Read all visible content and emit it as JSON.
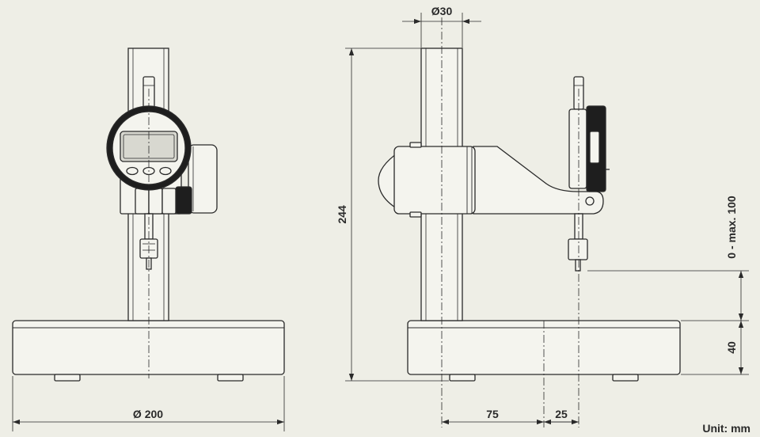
{
  "colors": {
    "background": "#eeeee6",
    "line": "#2a2a2a",
    "body_light": "#f4f4ee",
    "lcd": "#d8d8d0",
    "dark": "#1e1e1e"
  },
  "dimensions": {
    "column_diameter": "Ø30",
    "base_diameter": "Ø 200",
    "total_height": "244",
    "measuring_range": "0 - max. 100",
    "base_height": "40",
    "column_to_tip": "75",
    "tip_offset": "25"
  },
  "unit_label": "Unit: mm"
}
